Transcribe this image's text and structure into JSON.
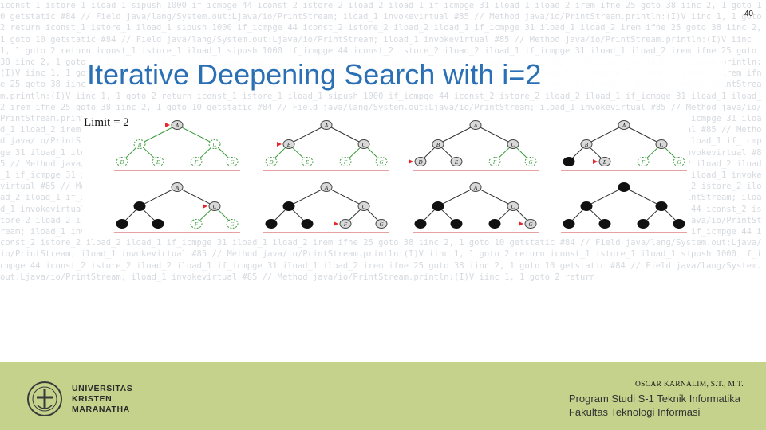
{
  "slide_number": "40",
  "title": "Iterative Deepening Search with i=2",
  "limit_label": "Limit = 2",
  "node_labels": [
    "A",
    "B",
    "C",
    "D",
    "E",
    "F",
    "G"
  ],
  "background_code": "iconst_1 istore_1 iload_1 sipush 1000 if_icmpge 44 iconst_2 istore_2 iload_2 iload_1 if_icmpge 31 iload_1 iload_2 irem ifne 25 goto 38 iinc 2, 1 goto 10 getstatic #84 // Field java/lang/System.out:Ljava/io/PrintStream; iload_1 invokevirtual #85 // Method java/io/PrintStream.println:(I)V iinc 1, 1 goto 2 return ",
  "footer": {
    "university_lines": [
      "UNIVERSITAS",
      "KRISTEN",
      "MARANATHA"
    ],
    "author": "OSCAR KARNALIM, S.T., M.T.",
    "program_lines": [
      "Program Studi S-1 Teknik Informatika",
      "Fakultas Teknologi Informasi"
    ]
  },
  "colors": {
    "title": "#2b6fb5",
    "footer_bg": "#c4d28c",
    "fringe_node": "#3a9a3a",
    "current_node_arrow": "#e8262a",
    "expanded_node": "#111111"
  },
  "trees": [
    {
      "A": "current",
      "B": "fringe",
      "C": "fringe",
      "D": "fringe",
      "E": "fringe",
      "F": "fringe",
      "G": "fringe",
      "arrow": "A"
    },
    {
      "A": "visited",
      "B": "current",
      "C": "visited",
      "D": "fringe",
      "E": "fringe",
      "F": "fringe",
      "G": "fringe",
      "arrow": "B"
    },
    {
      "A": "visited",
      "B": "visited",
      "C": "visited",
      "D": "current",
      "E": "visited",
      "F": "fringe",
      "G": "fringe",
      "arrow": "D"
    },
    {
      "A": "visited",
      "B": "visited",
      "C": "visited",
      "D": "expanded",
      "E": "current",
      "F": "fringe",
      "G": "fringe",
      "arrow": "E"
    },
    {
      "A": "visited",
      "B": "expanded",
      "C": "current",
      "D": "expanded",
      "E": "expanded",
      "F": "fringe",
      "G": "fringe",
      "arrow": "C"
    },
    {
      "A": "visited",
      "B": "expanded",
      "C": "visited",
      "D": "expanded",
      "E": "expanded",
      "F": "current",
      "G": "visited",
      "arrow": "F"
    },
    {
      "A": "visited",
      "B": "expanded",
      "C": "visited",
      "D": "expanded",
      "E": "expanded",
      "F": "expanded",
      "G": "current",
      "arrow": "G"
    },
    {
      "A": "expanded",
      "B": "expanded",
      "C": "expanded",
      "D": "expanded",
      "E": "expanded",
      "F": "expanded",
      "G": "expanded",
      "arrow": ""
    }
  ]
}
